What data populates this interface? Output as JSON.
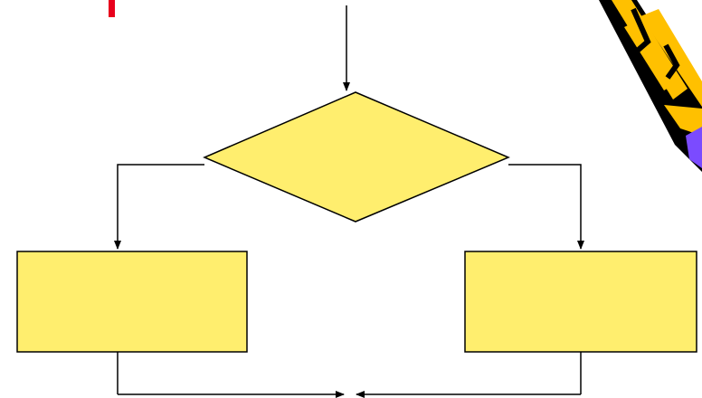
{
  "diagram": {
    "type": "flowchart-branch",
    "nodes": [
      {
        "id": "condition",
        "shape": "diamond",
        "label": ""
      },
      {
        "id": "branch_left",
        "shape": "rectangle",
        "label": ""
      },
      {
        "id": "branch_right",
        "shape": "rectangle",
        "label": ""
      }
    ],
    "edges": [
      {
        "from": "entry",
        "to": "condition"
      },
      {
        "from": "condition",
        "to": "branch_left"
      },
      {
        "from": "condition",
        "to": "branch_right"
      },
      {
        "from": "branch_left",
        "to": "merge"
      },
      {
        "from": "branch_right",
        "to": "merge"
      }
    ]
  },
  "colors": {
    "node_fill": "#FFEE6E",
    "stroke": "#000000",
    "accent_red": "#E8001C",
    "pencil_yellow": "#FFC000",
    "pencil_eraser": "#7B4BFF"
  },
  "icons": {
    "pencil": "pencil-icon",
    "red_marker": "red-mark"
  }
}
